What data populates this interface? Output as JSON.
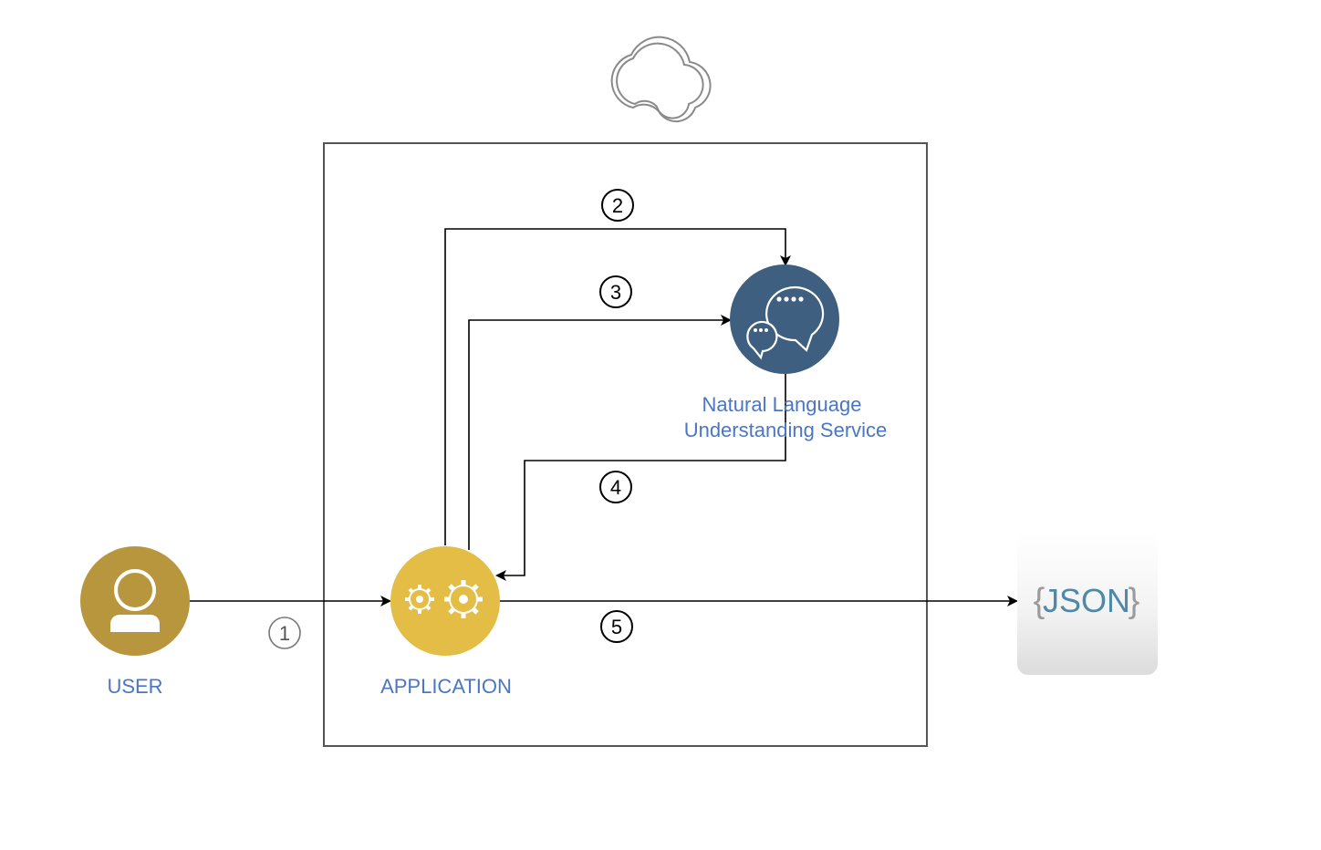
{
  "nodes": {
    "user": {
      "label": "USER",
      "color": "#b8963e"
    },
    "application": {
      "label": "APPLICATION",
      "color": "#e3bd45"
    },
    "nlu": {
      "label_line1": "Natural Language",
      "label_line2": "Understanding Service",
      "color": "#3f5f80"
    },
    "json": {
      "brace_open": "{",
      "text": "JSON",
      "brace_close": "}",
      "text_color": "#4e8aa8",
      "brace_color": "#9a9a9a"
    }
  },
  "steps": [
    "1",
    "2",
    "3",
    "4",
    "5"
  ],
  "label_color": "#4a76c4",
  "icons": {
    "cloud": "cloud-icon",
    "user": "user-icon",
    "application": "gears-icon",
    "nlu": "chat-bubbles-icon",
    "json": "json-document-icon"
  }
}
